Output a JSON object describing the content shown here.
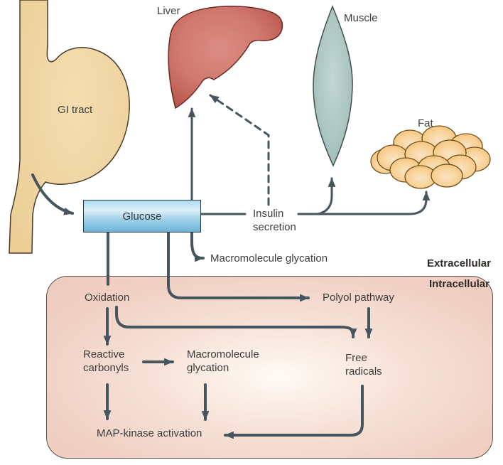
{
  "organs": {
    "gi_tract": "GI tract",
    "liver": "Liver",
    "muscle": "Muscle",
    "fat": "Fat"
  },
  "nodes": {
    "glucose": "Glucose",
    "insulin_secretion_line1": "Insulin",
    "insulin_secretion_line2": "secretion",
    "macromolecule_glycation_extracellular": "Macromolecule glycation",
    "oxidation": "Oxidation",
    "polyol_pathway": "Polyol pathway",
    "reactive_carbonyls_line1": "Reactive",
    "reactive_carbonyls_line2": "carbonyls",
    "macromolecule_glycation_intracellular_line1": "Macromolecule",
    "macromolecule_glycation_intracellular_line2": "glycation",
    "free_radicals_line1": "Free",
    "free_radicals_line2": "radicals",
    "map_kinase_activation": "MAP-kinase activation"
  },
  "regions": {
    "extracellular": "Extracellular",
    "intracellular": "Intracellular"
  },
  "colors": {
    "arrow": "#46565e",
    "text": "#3e3d3c",
    "region_label_text": "#2e2a27",
    "gi_tract_fill": "#f0d5a2",
    "liver_fill_center": "#db8d82",
    "liver_fill_edge": "#bb574f",
    "muscle_fill_center": "#c3d7d3",
    "muscle_fill_edge": "#9fbcb8",
    "fat_fill_center": "#fbe7c8",
    "fat_fill_edge": "#f6c67c",
    "glucose_box_top": "#aadcf0",
    "glucose_box_bottom": "#6fb2d6",
    "intracellular_box_fill": "#f1d1c5",
    "intracellular_box_center": "#fffaf5"
  }
}
